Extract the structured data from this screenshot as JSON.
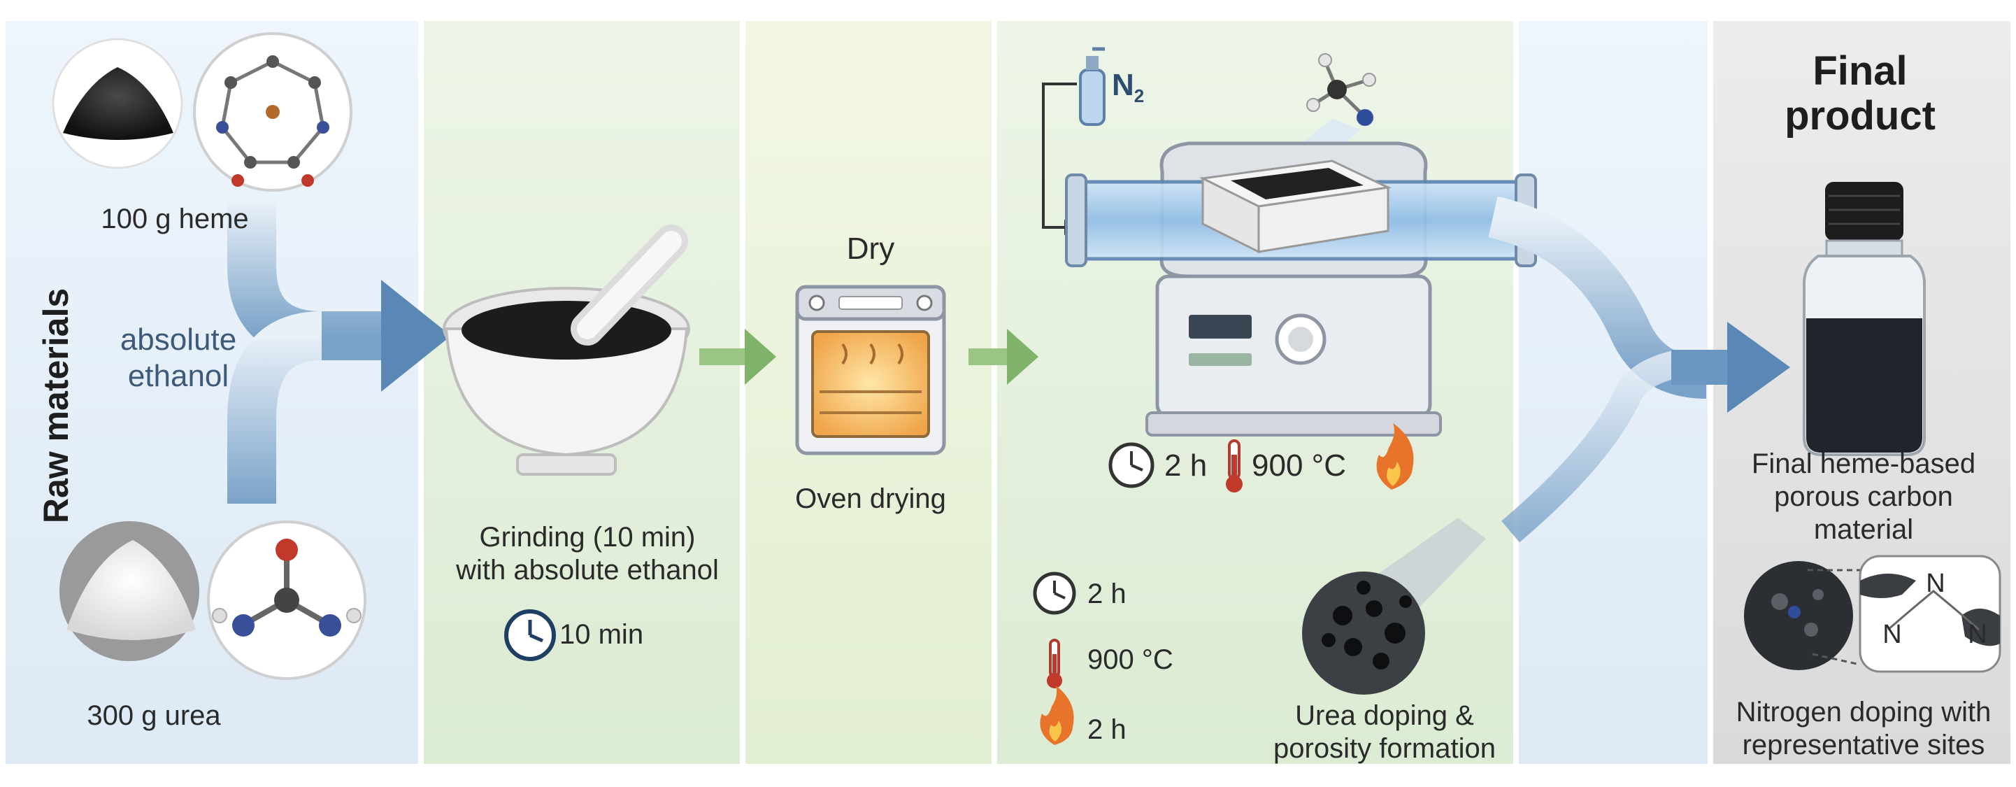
{
  "raw_materials": {
    "title": "Raw materials",
    "heme_label": "100 g heme",
    "solvent_label_line1": "absolute",
    "solvent_label_line2": "ethanol",
    "urea_label": "300 g urea"
  },
  "grinding": {
    "label_line1": "Grinding (10 min)",
    "label_line2": "with absolute ethanol",
    "time": "10 min"
  },
  "drying": {
    "title": "Dry",
    "label": "Oven drying"
  },
  "pyrolysis": {
    "gas_label": "N",
    "gas_subscript": "2",
    "time": "2 h",
    "temperature": "900 °C",
    "list_time": "2 h",
    "list_temperature": "900 °C",
    "list_heating_time": "2 h",
    "doping_label_line1": "Urea doping &",
    "doping_label_line2": "porosity formation"
  },
  "final_product": {
    "title_line1": "Final",
    "title_line2": "product",
    "label_line1": "Final heme-based",
    "label_line2": "porous carbon",
    "label_line3": "material",
    "nitrogen_label_line1": "Nitrogen doping with",
    "nitrogen_label_line2": "representative sites",
    "atom_n": "N"
  },
  "colors": {
    "panel_blue": "#eaf2fa",
    "panel_green": "#e6f1e0",
    "panel_green_light": "#eef5e0",
    "panel_grey": "#e4e4e4",
    "flow_arrow": "#5f8fbf",
    "small_arrow": "#7fb36a",
    "heater_red": "#c0392b",
    "flame_orange": "#e8732a"
  }
}
